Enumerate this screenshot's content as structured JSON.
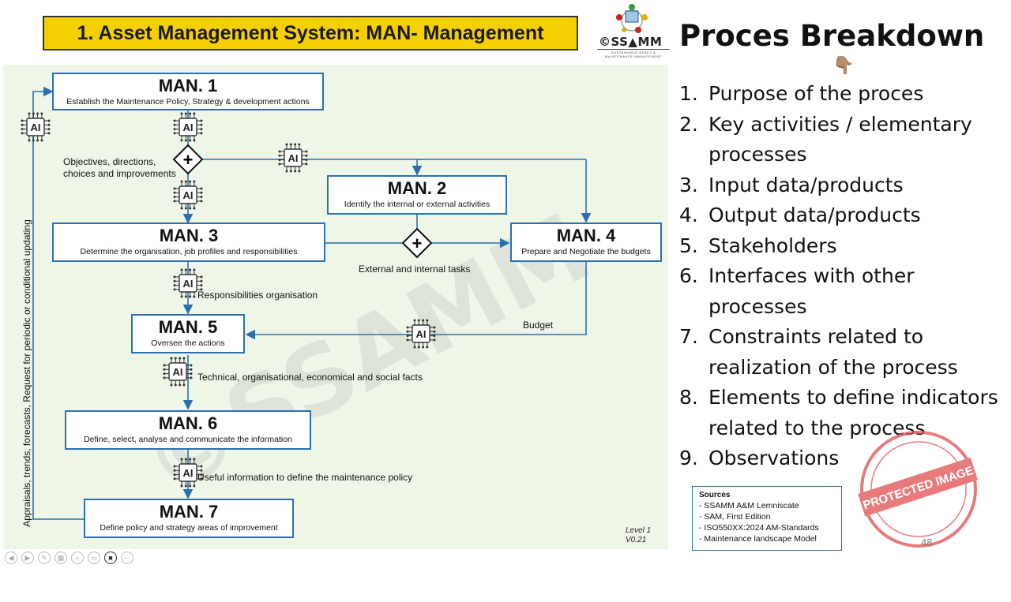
{
  "header": {
    "title": "1. Asset Management System: MAN- Management"
  },
  "logo": {
    "text": "©SS▲MM",
    "subtitle": "SUSTAINABLE ASSET & MAINTENANCE MANAGEMENT"
  },
  "breakdown": {
    "title": "Proces Breakdown",
    "items": [
      {
        "num": "1.",
        "lines": [
          "Purpose of the proces"
        ]
      },
      {
        "num": "2.",
        "lines": [
          "Key activities / elementary",
          "processes"
        ]
      },
      {
        "num": "3.",
        "lines": [
          "Input data/products"
        ]
      },
      {
        "num": "4.",
        "lines": [
          "Output data/products"
        ]
      },
      {
        "num": "5.",
        "lines": [
          "Stakeholders"
        ]
      },
      {
        "num": "6.",
        "lines": [
          "Interfaces with other",
          "processes"
        ]
      },
      {
        "num": "7.",
        "lines": [
          "Constraints related to",
          "realization of the process"
        ]
      },
      {
        "num": "8.",
        "lines": [
          "Elements to define indicators",
          "related to the process"
        ]
      },
      {
        "num": "9.",
        "lines": [
          "Observations"
        ]
      }
    ]
  },
  "diagram": {
    "boxes": {
      "man1": {
        "title": "MAN. 1",
        "subtitle": "Establish the Maintenance Policy, Strategy & development actions"
      },
      "man2": {
        "title": "MAN. 2",
        "subtitle": "Identify the internal or external activities"
      },
      "man3": {
        "title": "MAN. 3",
        "subtitle": "Determine the organisation, job profiles and responsibilities"
      },
      "man4": {
        "title": "MAN. 4",
        "subtitle": "Prepare and Negotiate the budgets"
      },
      "man5": {
        "title": "MAN. 5",
        "subtitle": "Oversee the actions"
      },
      "man6": {
        "title": "MAN. 6",
        "subtitle": "Define, select, analyse and communicate the information"
      },
      "man7": {
        "title": "MAN. 7",
        "subtitle": "Define policy and strategy areas of improvement"
      }
    },
    "labels": {
      "objectives_line1": "Objectives, directions,",
      "objectives_line2": "choices and improvements",
      "external_internal": "External and internal tasks",
      "responsibilities": "Responsibilities organisation",
      "budget": "Budget",
      "technical": "Technical, organisational, economical and social facts",
      "useful_info": "Useful information to define the maintenance policy",
      "side_feedback": "Appraisals, trends, forecasts, Request for periodic or conditional updating"
    },
    "ai_label": "AI",
    "plus_symbol": "+",
    "watermark": "©SSAMM",
    "level_line1": "Level 1",
    "level_line2": "V0.21"
  },
  "sources": {
    "title": "Sources",
    "items": [
      "- SSAMM A&M Lemniscate",
      "- SAM, First Edition",
      "- ISO550XX:2024 AM-Standards",
      "- Maintenance landscape Model"
    ]
  },
  "page_number": "48",
  "stamp": {
    "text": "PROTECTED IMAGE"
  },
  "colors": {
    "banner": "#f5d000",
    "box_border": "#2c6fb0",
    "panel": "#eef6e8",
    "stamp": "#e05050"
  }
}
